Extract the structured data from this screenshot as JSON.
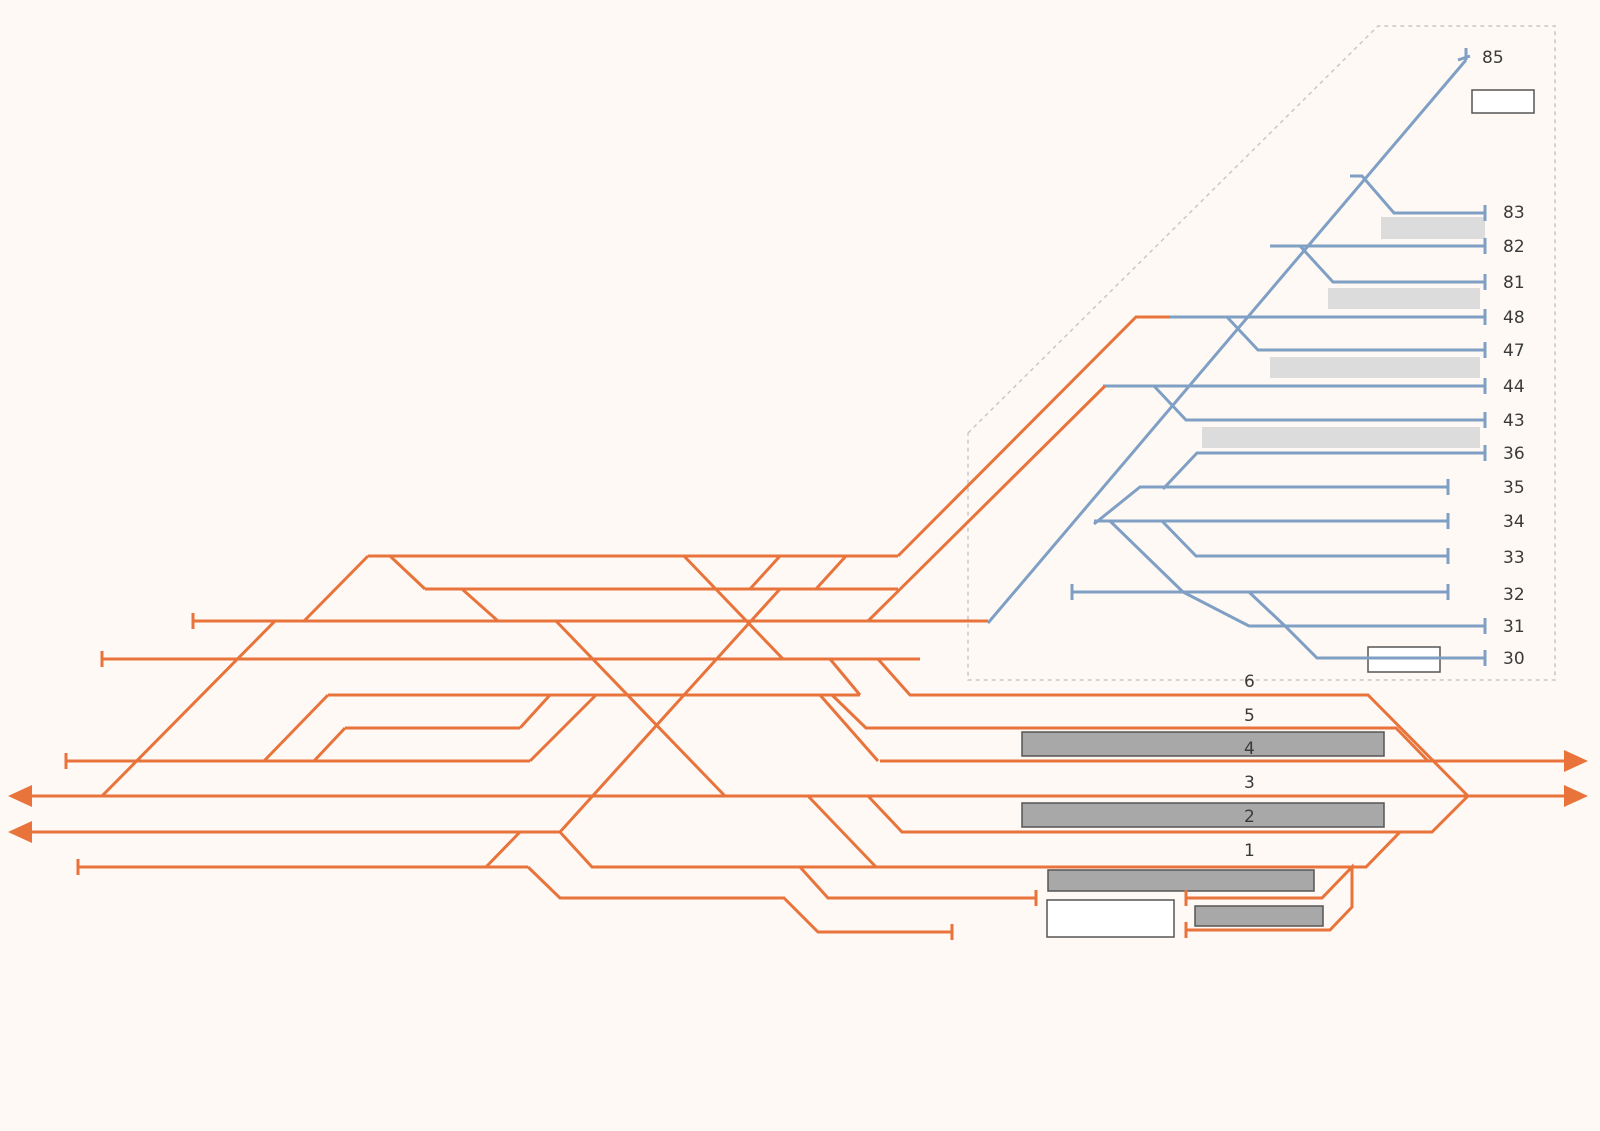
{
  "colors": {
    "background": "#fef9f5",
    "main_track": "#e8743b",
    "yard_track": "#7f9fc4",
    "platform_dark": "#a8a8a8",
    "platform_light": "#dcdcdc",
    "platform_outline": "#555555",
    "yard_boundary": "#c8c8c8"
  },
  "platform_labels": [
    "6",
    "5",
    "4",
    "3",
    "2",
    "1"
  ],
  "yard_labels": [
    "85",
    "83",
    "82",
    "81",
    "48",
    "47",
    "44",
    "43",
    "36",
    "35",
    "34",
    "33",
    "32",
    "31",
    "30"
  ]
}
